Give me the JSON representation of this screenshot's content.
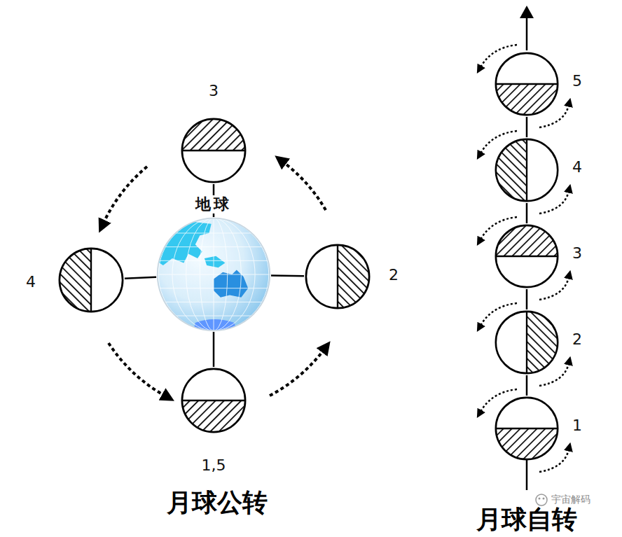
{
  "diagram": {
    "nodes": [
      {
        "text": [
          "3"
        ]
      },
      {
        "text": [
          "4"
        ]
      },
      {
        "text": [
          "地球"
        ]
      },
      {
        "text": [
          "2"
        ]
      },
      {
        "text": [
          "1,5"
        ]
      },
      {
        "text": [
          "5"
        ]
      },
      {
        "text": [
          "4"
        ]
      },
      {
        "text": [
          "3"
        ]
      },
      {
        "text": [
          "2"
        ]
      },
      {
        "text": [
          "1"
        ]
      }
    ],
    "edges": [
      {
        "from": 2,
        "to": 0,
        "arrow": "none"
      },
      {
        "from": 2,
        "to": 1,
        "arrow": "none"
      },
      {
        "from": 2,
        "to": 3,
        "arrow": "none"
      },
      {
        "from": 2,
        "to": 4,
        "arrow": "none"
      },
      {
        "from": 9,
        "to": 8,
        "arrow": "none"
      },
      {
        "from": 8,
        "to": 7,
        "arrow": "none"
      },
      {
        "from": 7,
        "to": 6,
        "arrow": "none"
      },
      {
        "from": 6,
        "to": 5,
        "arrow": "none"
      }
    ],
    "labels": [
      "月球公转",
      "月球自转",
      "宇宙解码"
    ]
  }
}
